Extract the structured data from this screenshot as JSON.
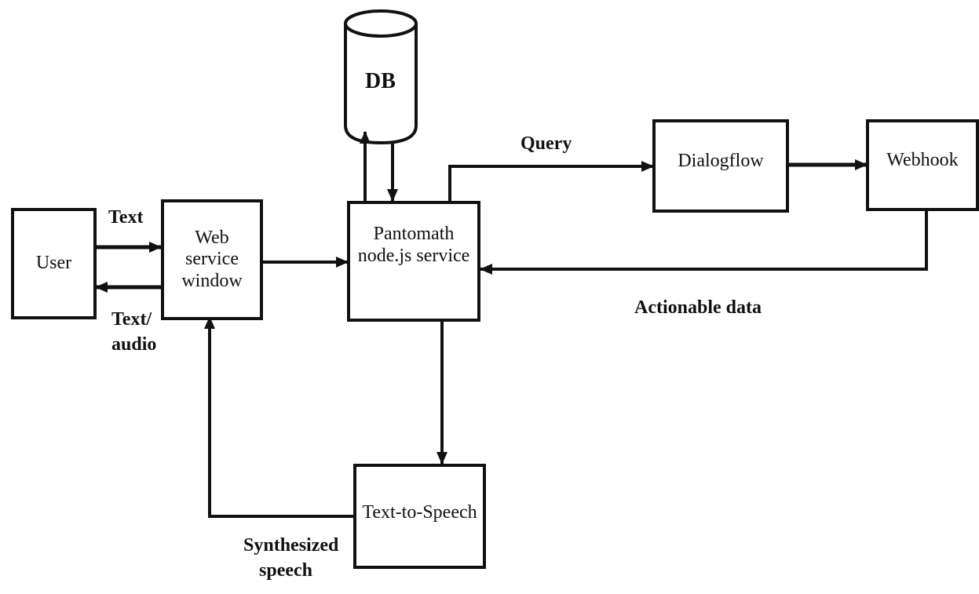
{
  "nodes": {
    "user": "User",
    "web_service": "Web service window",
    "pantomath": "Pantomath node.js service",
    "db": "DB",
    "dialogflow": "Dialogflow",
    "webhook": "Webhook",
    "tts": "Text-to-Speech"
  },
  "edges": {
    "text": "Text",
    "text_audio_1": "Text/",
    "text_audio_2": "audio",
    "query": "Query",
    "actionable": "Actionable data",
    "synth_1": "Synthesized",
    "synth_2": "speech"
  }
}
